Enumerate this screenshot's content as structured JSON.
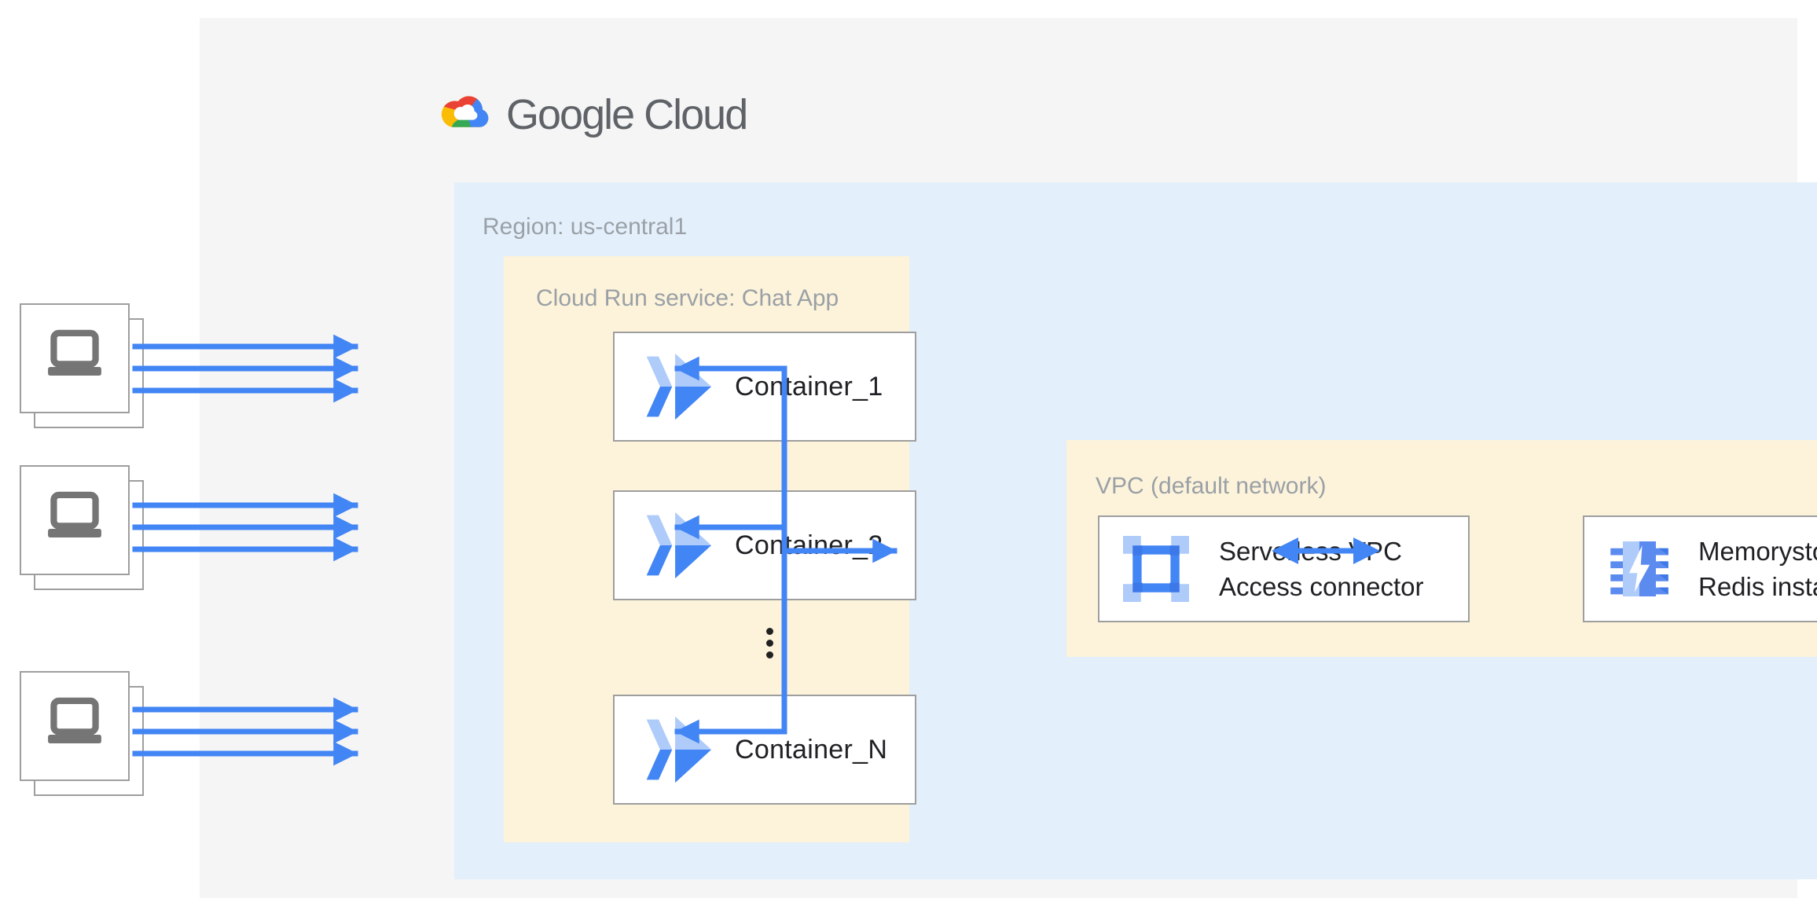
{
  "logo": {
    "wordmark": "Google Cloud"
  },
  "region": {
    "label": "Region: us-central1"
  },
  "cloud_run": {
    "label": "Cloud Run service: Chat App",
    "containers": [
      {
        "label": "Container_1"
      },
      {
        "label": "Container_2"
      },
      {
        "label": "Container_N"
      }
    ]
  },
  "vpc": {
    "label": "VPC (default network)",
    "connector": {
      "line1": "Serverless VPC",
      "line2": "Access connector"
    },
    "memorystore": {
      "line1": "Memorystore",
      "line2": "Redis instance"
    }
  },
  "clients": {
    "count": 3,
    "icon": "laptop"
  },
  "colors": {
    "panel_bg": "#f5f5f5",
    "region_bg": "#e3f0fb",
    "zone_bg": "#fcf3da",
    "arrow_blue": "#4285f4",
    "icon_blue_light": "#aecbfa",
    "icon_blue_medium": "#5c8bef",
    "label_gray": "#9aa0a6",
    "text_dark": "#202124",
    "laptop_gray": "#757575",
    "border_gray": "#9e9e9e",
    "wordmark_gray": "#5f6368",
    "google_red": "#ea4335",
    "google_yellow": "#fbbc05",
    "google_green": "#34a853",
    "google_blue": "#4285f4"
  }
}
